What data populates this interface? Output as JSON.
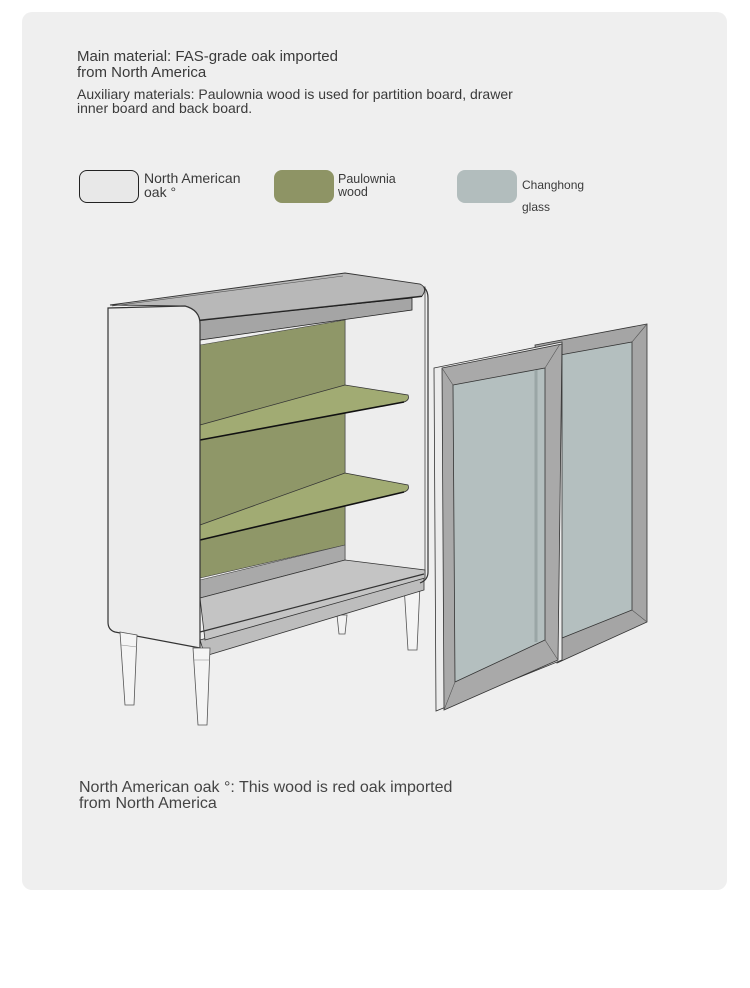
{
  "content": {
    "main_material": {
      "line1": "Main material: FAS-grade oak imported",
      "line2": "from North America"
    },
    "auxiliary_materials": {
      "line1": "Auxiliary materials: Paulownia wood is used for partition board, drawer",
      "line2": "inner board and back board."
    },
    "legend": [
      {
        "line1": "North American",
        "line2": "oak °",
        "color": "#e8e8e8",
        "swatch": "outlined-swatch"
      },
      {
        "line1": "Paulownia",
        "line2": "wood",
        "color": "#8e9465",
        "swatch": "green-swatch"
      },
      {
        "line1": "Changhong",
        "line2": "glass",
        "color": "#b2bdbd",
        "swatch": "glass-swatch"
      }
    ],
    "footer_note": {
      "line1": "North American oak °: This wood is red oak imported",
      "line2": "from North America"
    }
  },
  "colors": {
    "card_background": "#efefef",
    "oak": "#e8e8e8",
    "paulownia": "#8e9465",
    "paulownia_shelf": "#9ba56f",
    "glass": "#b2bdbd",
    "frame": "#9c9c9c"
  },
  "illustration": {
    "subject": "exploded cabinet diagram",
    "parts": [
      "cabinet-body",
      "shelves",
      "back-panel",
      "legs",
      "glass-doors"
    ]
  }
}
